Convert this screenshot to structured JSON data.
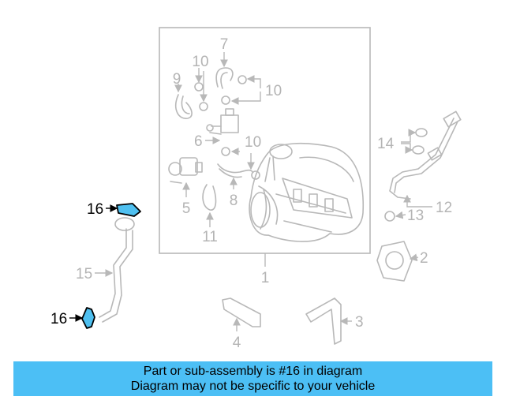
{
  "diagram": {
    "callouts": {
      "c1": "1",
      "c2": "2",
      "c3": "3",
      "c4": "4",
      "c5": "5",
      "c6": "6",
      "c7": "7",
      "c8": "8",
      "c9": "9",
      "c10a": "10",
      "c10b": "10",
      "c10c": "10",
      "c11": "11",
      "c12": "12",
      "c13": "13",
      "c14": "14",
      "c15": "15",
      "c16a": "16",
      "c16b": "16"
    },
    "highlight_color": "#4fc0f0",
    "highlighted_part": "16"
  },
  "banner": {
    "line1": "Part or sub-assembly is #16 in diagram",
    "line2": "Diagram may not be specific to your vehicle",
    "color": "#4cbff5"
  }
}
